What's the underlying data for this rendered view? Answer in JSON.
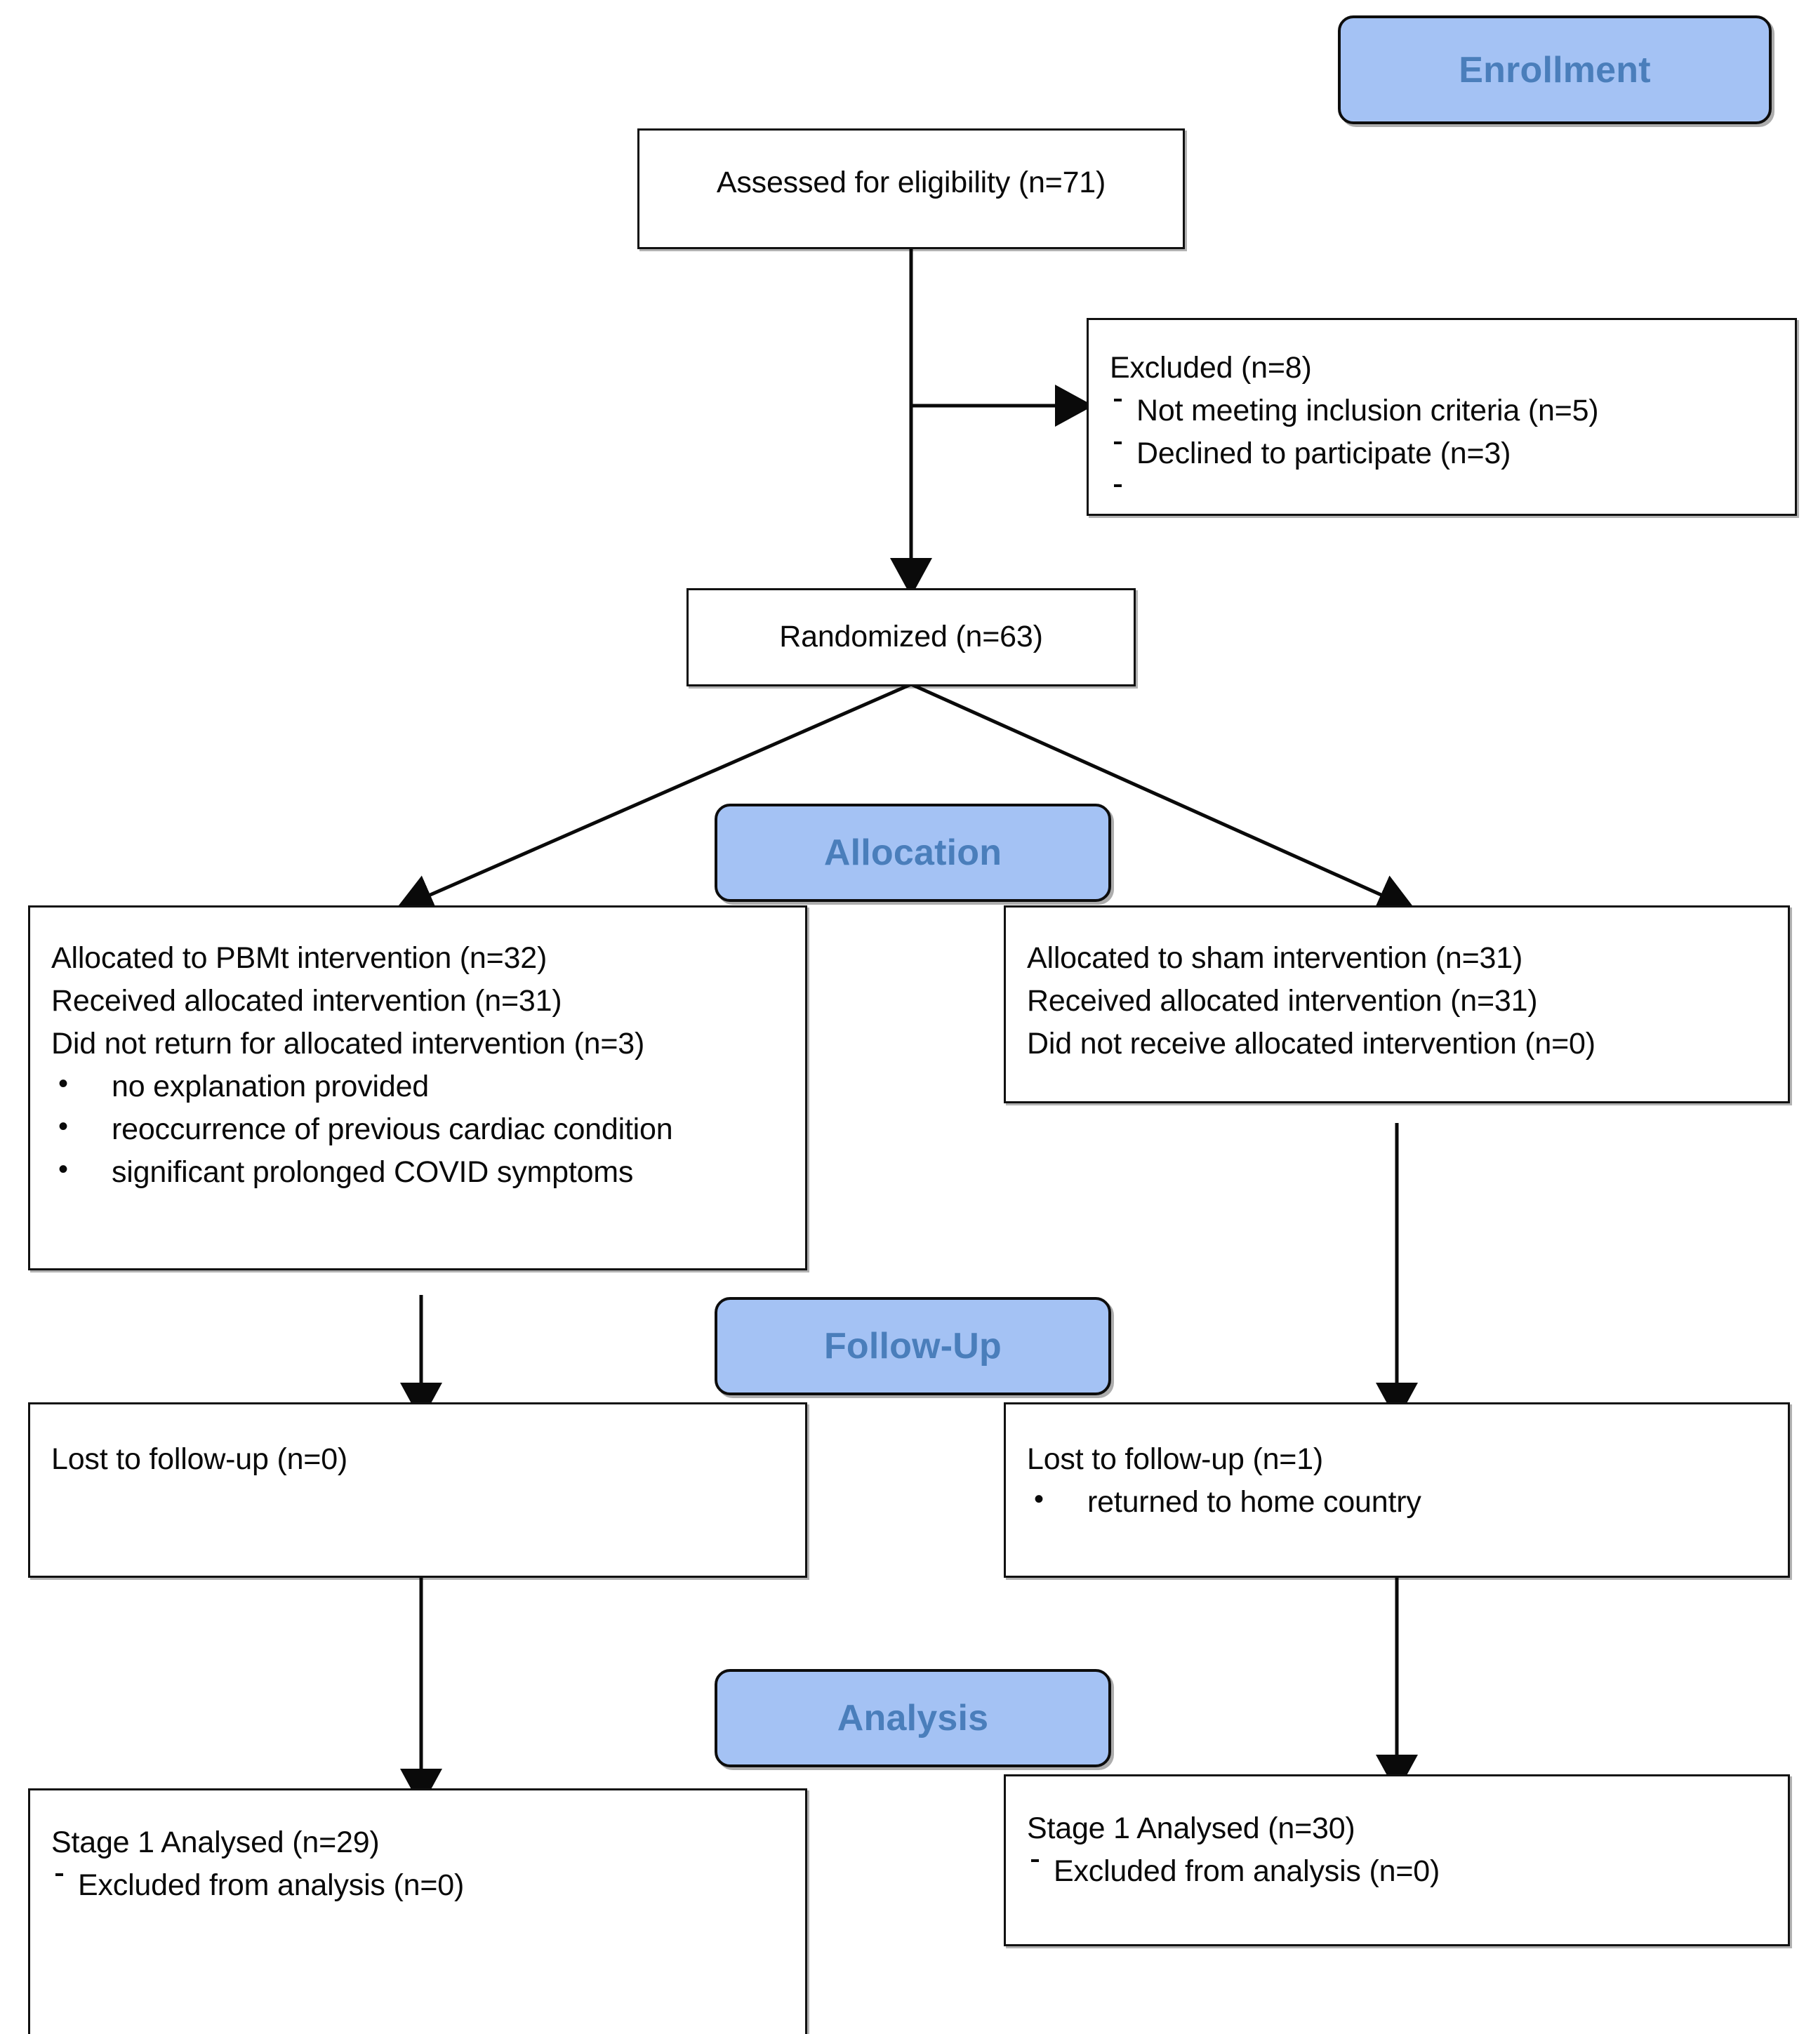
{
  "diagram": {
    "type": "CONSORT flow diagram",
    "stage_badges": [
      {
        "id": "enrollment",
        "label": "Enrollment"
      },
      {
        "id": "allocation",
        "label": "Allocation"
      },
      {
        "id": "followup",
        "label": "Follow-Up"
      },
      {
        "id": "analysis",
        "label": "Analysis"
      }
    ],
    "colors": {
      "badge_fill": "#a4c2f4",
      "badge_text": "#4a7ebb",
      "badge_border": "#0d0d0d",
      "box_border": "#111111",
      "box_fill": "#ffffff",
      "text": "#0a0a0a"
    },
    "nodes": {
      "assessed": {
        "lines": [
          "Assessed for eligibility (n=71)"
        ]
      },
      "excluded": {
        "heading": "Excluded (n=8)",
        "items": [
          "Not meeting inclusion criteria (n=5)",
          "Declined to participate (n=3)"
        ]
      },
      "randomized": {
        "lines": [
          "Randomized (n=63)"
        ]
      },
      "allocated_left": {
        "lines": [
          "Allocated to PBMt intervention (n=32)",
          "Received allocated intervention (n=31)",
          "Did not return for allocated intervention (n=3)"
        ],
        "bullets": [
          "no explanation provided",
          "reoccurrence of previous cardiac condition",
          "significant prolonged COVID symptoms"
        ]
      },
      "allocated_right": {
        "lines": [
          "Allocated to sham intervention (n=31)",
          "Received allocated intervention (n=31)",
          "Did not receive allocated intervention (n=0)"
        ],
        "bullets": []
      },
      "followup_left": {
        "lines": [
          "Lost to follow-up (n=0)"
        ],
        "bullets": []
      },
      "followup_right": {
        "lines": [
          "Lost to follow-up (n=1)"
        ],
        "bullets": [
          "returned to home country"
        ]
      },
      "analysis_left": {
        "heading": "Stage 1 Analysed (n=29)",
        "items": [
          "Excluded from analysis (n=0)"
        ]
      },
      "analysis_right": {
        "heading": "Stage 1 Analysed (n=30)",
        "items": [
          "Excluded from analysis (n=0)"
        ]
      }
    }
  }
}
